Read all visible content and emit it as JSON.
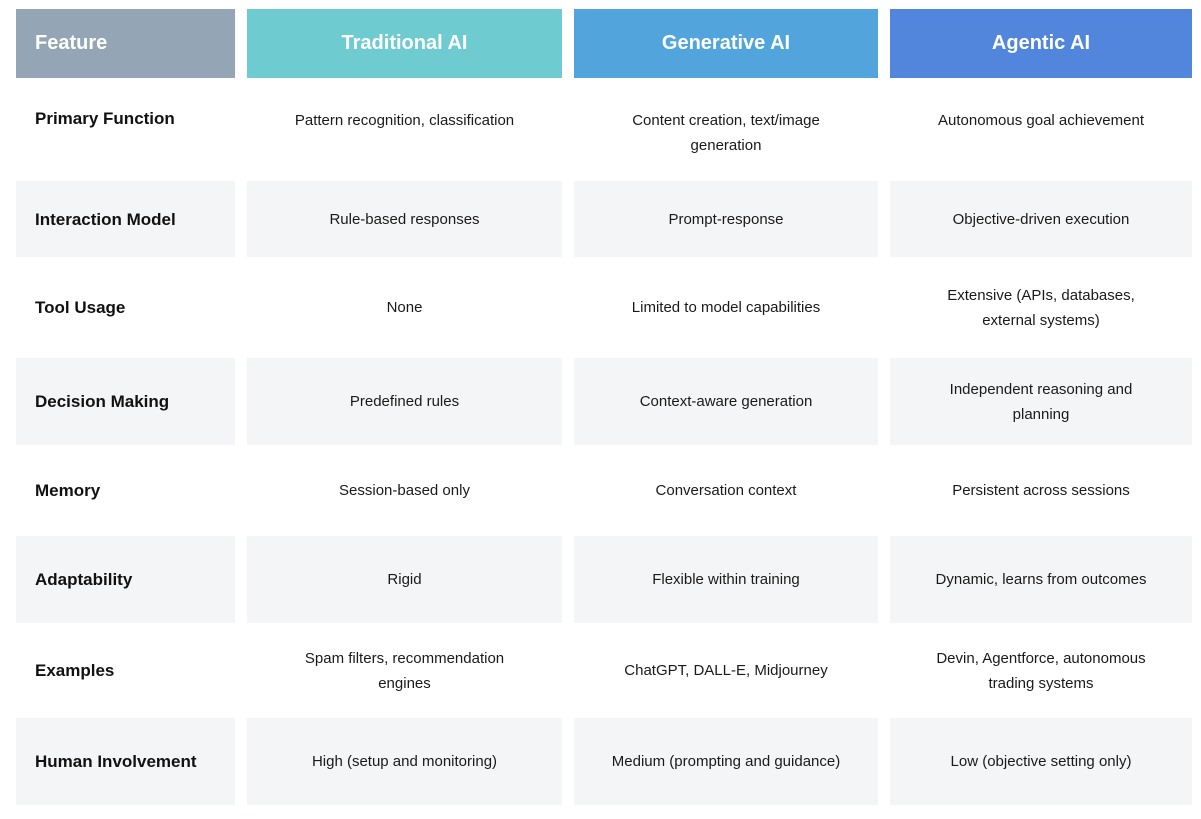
{
  "table": {
    "headers": [
      {
        "label": "Feature",
        "color": "#94a5b5"
      },
      {
        "label": "Traditional AI",
        "color": "#6ecbd0"
      },
      {
        "label": "Generative AI",
        "color": "#52a5dc"
      },
      {
        "label": "Agentic AI",
        "color": "#5286dc"
      }
    ],
    "rows": [
      {
        "feature": "Primary Function",
        "traditional": "Pattern recognition, classification",
        "generative": "Content creation, text/image generation",
        "agentic": "Autonomous goal achievement"
      },
      {
        "feature": "Interaction Model",
        "traditional": "Rule-based responses",
        "generative": "Prompt-response",
        "agentic": "Objective-driven execution"
      },
      {
        "feature": "Tool Usage",
        "traditional": "None",
        "generative": "Limited to model capabilities",
        "agentic": "Extensive (APIs, databases, external systems)"
      },
      {
        "feature": "Decision Making",
        "traditional": "Predefined rules",
        "generative": "Context-aware generation",
        "agentic": "Independent reasoning and planning"
      },
      {
        "feature": "Memory",
        "traditional": "Session-based only",
        "generative": "Conversation context",
        "agentic": "Persistent across sessions"
      },
      {
        "feature": "Adaptability",
        "traditional": "Rigid",
        "generative": "Flexible within training",
        "agentic": "Dynamic, learns from outcomes"
      },
      {
        "feature": "Examples",
        "traditional": "Spam filters, recommendation engines",
        "generative": "ChatGPT, DALL-E, Midjourney",
        "agentic": "Devin, Agentforce, autonomous trading systems"
      },
      {
        "feature": "Human Involvement",
        "traditional": "High (setup and monitoring)",
        "generative": "Medium (prompting and guidance)",
        "agentic": "Low (objective setting only)"
      }
    ]
  },
  "colors": {
    "shaded_row_bg": "#f4f5f7",
    "text": "#1a1a1a"
  }
}
